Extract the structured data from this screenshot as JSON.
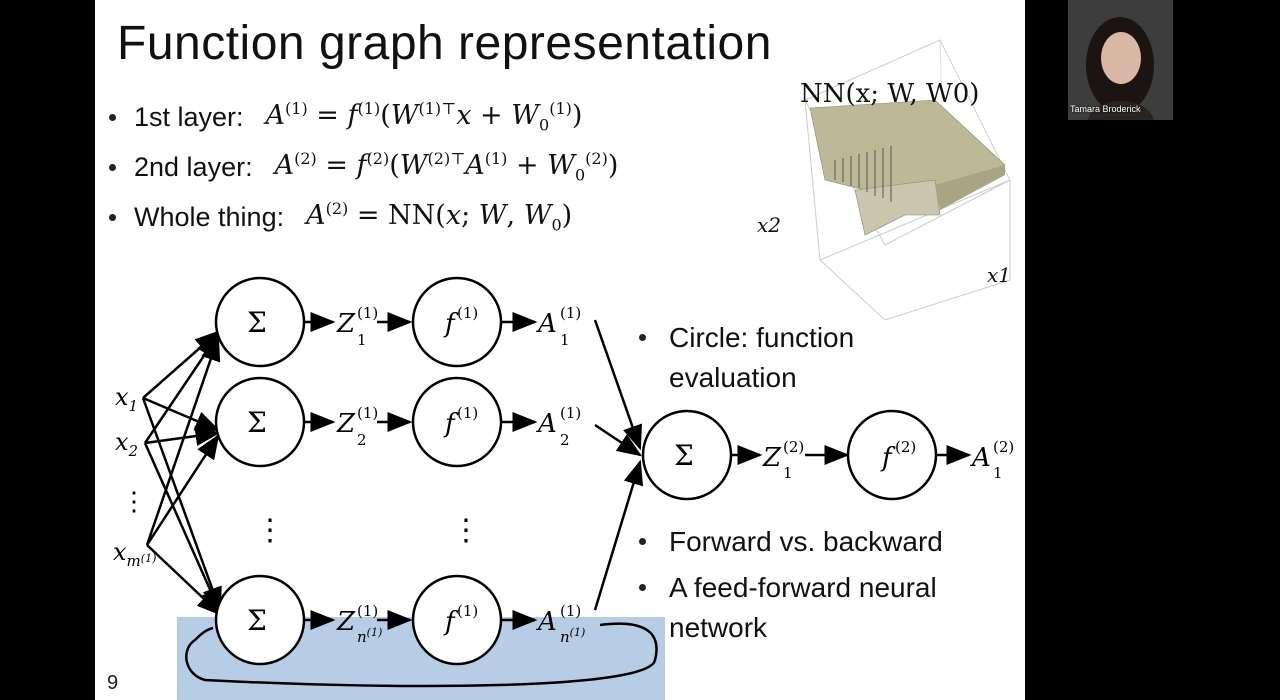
{
  "slide": {
    "title": "Function graph representation",
    "page_number": "9",
    "bullets": [
      {
        "label": "1st layer:"
      },
      {
        "label": "2nd layer:"
      },
      {
        "label": "Whole thing:"
      }
    ],
    "right_bullets": [
      {
        "line1": "Circle: function",
        "line2": "evaluation"
      },
      {
        "line1": "Forward vs. backward"
      },
      {
        "line1": "A feed-forward neural",
        "line2": "network"
      }
    ],
    "plot": {
      "title": "NN(x; W, W0)",
      "x1_label": "x1",
      "x2_label": "x2"
    },
    "network": {
      "sum_symbol": "Σ",
      "inputs": [
        "x1",
        "x2",
        "⋮",
        "xm(1)"
      ],
      "vdots": "⋮"
    }
  },
  "video": {
    "participant_name": "Tamara Broderick"
  }
}
